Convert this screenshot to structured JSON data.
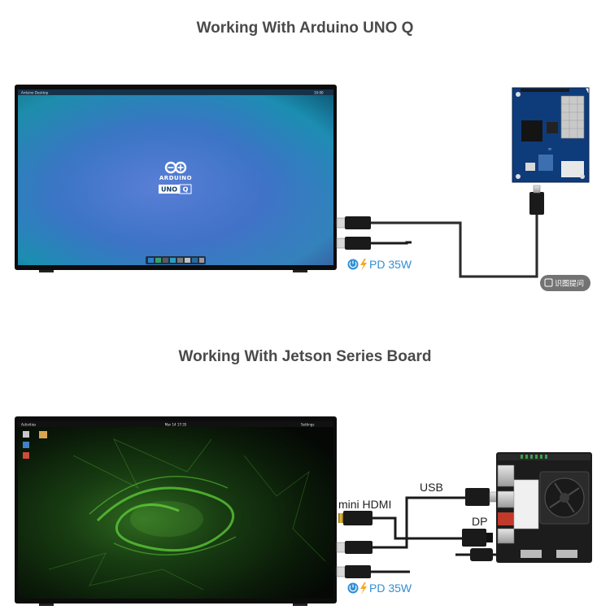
{
  "section_top": {
    "title": "Working With Arduino UNO Q",
    "screen": {
      "logo_text": "ARDUINO",
      "uno_label": "UNO",
      "q_label": "Q",
      "topbar_left": "Arduino Desktop",
      "topbar_right": "10:00"
    },
    "power": {
      "label": "PD 35W",
      "icon": "power-icon",
      "bolt": "lightning-bolt-icon"
    }
  },
  "section_bottom": {
    "title": "Working With Jetson Series Board",
    "screen": {
      "topbar_left": "Activities",
      "topbar_center": "Mar 14 17:35",
      "topbar_right": "Settings"
    },
    "labels": {
      "mini_hdmi": "mini HDMI",
      "usb": "USB",
      "dp": "DP"
    },
    "power": {
      "label": "PD 35W",
      "icon": "power-icon",
      "bolt": "lightning-bolt-icon"
    }
  },
  "watermark": {
    "text": "识图提问",
    "icon": "image-search-icon"
  },
  "colors": {
    "cable": "#1a1a1a",
    "arduino_board": "#0e3b7a",
    "jetson_board": "#1c1c1c",
    "pd_text": "#2f8fd6",
    "bolt": "#f5a623"
  }
}
